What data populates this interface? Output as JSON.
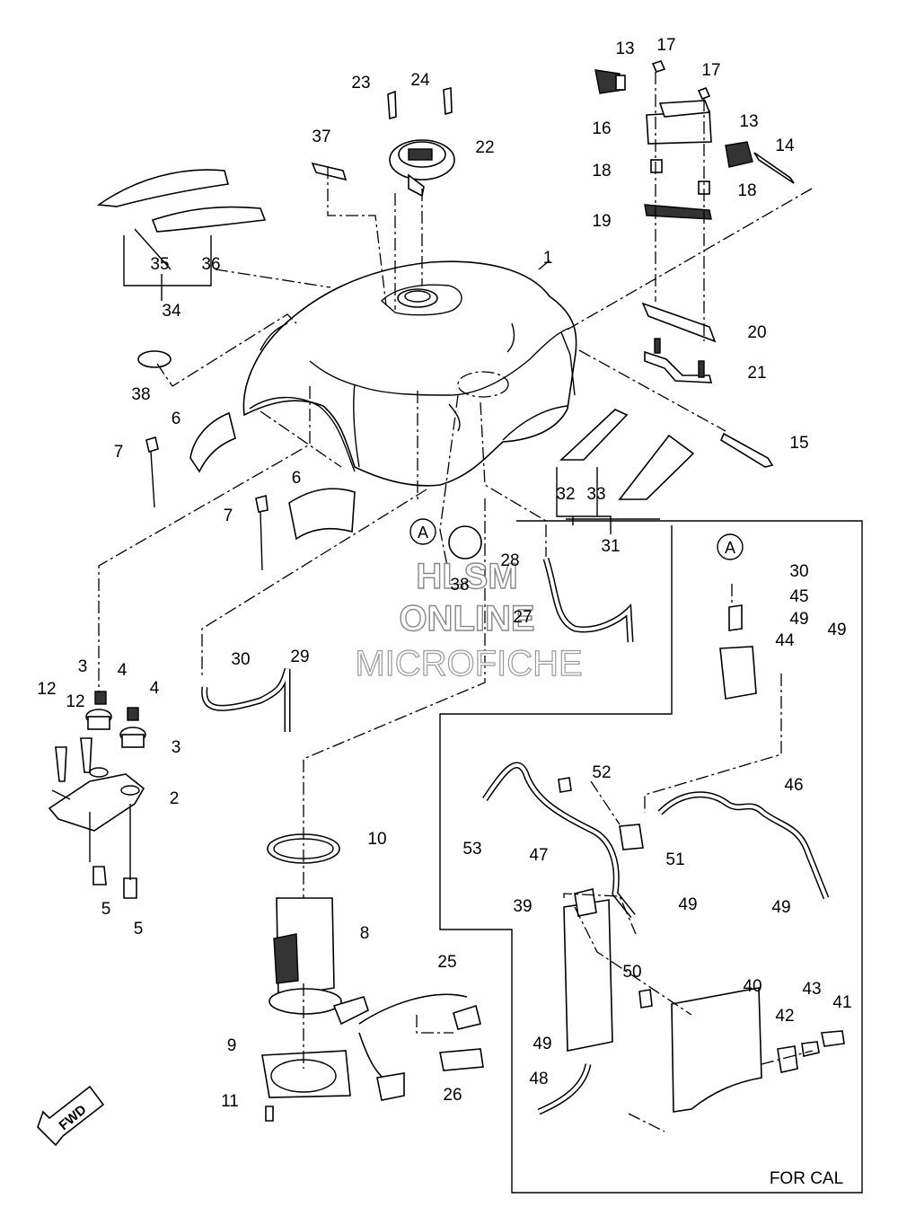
{
  "diagram": {
    "watermark": [
      "HLSM",
      "ONLINE",
      "MICROFICHE"
    ],
    "region_note": "FOR CAL",
    "direction_arrow": "FWD",
    "callout_ref": "A",
    "part_labels": [
      {
        "id": "p1",
        "text": "1"
      },
      {
        "id": "p2",
        "text": "2"
      },
      {
        "id": "p3a",
        "text": "3"
      },
      {
        "id": "p3b",
        "text": "3"
      },
      {
        "id": "p4a",
        "text": "4"
      },
      {
        "id": "p4b",
        "text": "4"
      },
      {
        "id": "p5a",
        "text": "5"
      },
      {
        "id": "p5b",
        "text": "5"
      },
      {
        "id": "p6a",
        "text": "6"
      },
      {
        "id": "p6b",
        "text": "6"
      },
      {
        "id": "p7a",
        "text": "7"
      },
      {
        "id": "p7b",
        "text": "7"
      },
      {
        "id": "p8",
        "text": "8"
      },
      {
        "id": "p9",
        "text": "9"
      },
      {
        "id": "p10",
        "text": "10"
      },
      {
        "id": "p11",
        "text": "11"
      },
      {
        "id": "p12a",
        "text": "12"
      },
      {
        "id": "p12b",
        "text": "12"
      },
      {
        "id": "p13a",
        "text": "13"
      },
      {
        "id": "p13b",
        "text": "13"
      },
      {
        "id": "p14",
        "text": "14"
      },
      {
        "id": "p15",
        "text": "15"
      },
      {
        "id": "p16",
        "text": "16"
      },
      {
        "id": "p17a",
        "text": "17"
      },
      {
        "id": "p17b",
        "text": "17"
      },
      {
        "id": "p18a",
        "text": "18"
      },
      {
        "id": "p18b",
        "text": "18"
      },
      {
        "id": "p19",
        "text": "19"
      },
      {
        "id": "p20",
        "text": "20"
      },
      {
        "id": "p21",
        "text": "21"
      },
      {
        "id": "p22",
        "text": "22"
      },
      {
        "id": "p23",
        "text": "23"
      },
      {
        "id": "p24",
        "text": "24"
      },
      {
        "id": "p25",
        "text": "25"
      },
      {
        "id": "p26",
        "text": "26"
      },
      {
        "id": "p27",
        "text": "27"
      },
      {
        "id": "p28",
        "text": "28"
      },
      {
        "id": "p29",
        "text": "29"
      },
      {
        "id": "p30a",
        "text": "30"
      },
      {
        "id": "p30b",
        "text": "30"
      },
      {
        "id": "p31",
        "text": "31"
      },
      {
        "id": "p32",
        "text": "32"
      },
      {
        "id": "p33",
        "text": "33"
      },
      {
        "id": "p34",
        "text": "34"
      },
      {
        "id": "p35",
        "text": "35"
      },
      {
        "id": "p36",
        "text": "36"
      },
      {
        "id": "p37",
        "text": "37"
      },
      {
        "id": "p38a",
        "text": "38"
      },
      {
        "id": "p38b",
        "text": "38"
      },
      {
        "id": "p39",
        "text": "39"
      },
      {
        "id": "p40",
        "text": "40"
      },
      {
        "id": "p41",
        "text": "41"
      },
      {
        "id": "p42",
        "text": "42"
      },
      {
        "id": "p43",
        "text": "43"
      },
      {
        "id": "p44",
        "text": "44"
      },
      {
        "id": "p45",
        "text": "45"
      },
      {
        "id": "p46",
        "text": "46"
      },
      {
        "id": "p47",
        "text": "47"
      },
      {
        "id": "p48",
        "text": "48"
      },
      {
        "id": "p49a",
        "text": "49"
      },
      {
        "id": "p49b",
        "text": "49"
      },
      {
        "id": "p49c",
        "text": "49"
      },
      {
        "id": "p49d",
        "text": "49"
      },
      {
        "id": "p49e",
        "text": "49"
      },
      {
        "id": "p50",
        "text": "50"
      },
      {
        "id": "p51",
        "text": "51"
      },
      {
        "id": "p52",
        "text": "52"
      },
      {
        "id": "p53",
        "text": "53"
      }
    ]
  }
}
